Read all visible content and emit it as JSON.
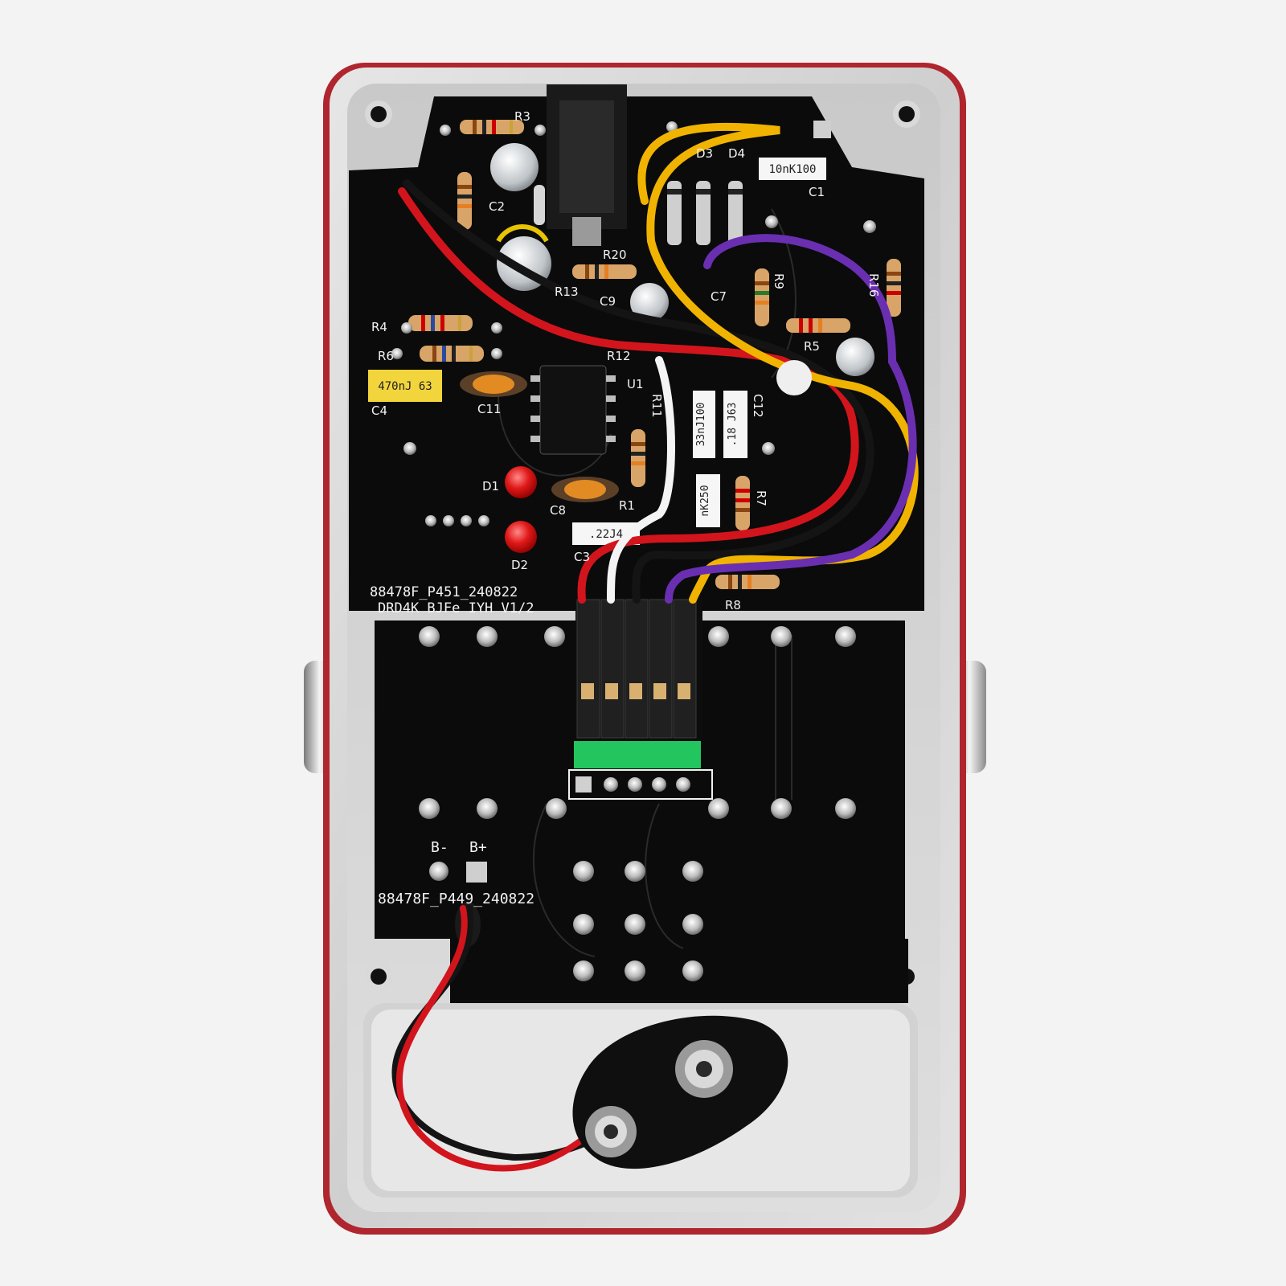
{
  "photo": {
    "subject": "",
    "colors": {
      "background": "#f3f3f4",
      "enclosure": "#d8d8d8",
      "enclosure_edge": "#b0262e",
      "pcb": "#0b0b0c",
      "silkscreen": "#f2f2f2",
      "header": "#22c55e"
    }
  },
  "upper_board": {
    "id_line": "88478F_P451_240822",
    "name_line": "DRD4K BJFe IYH V1/2",
    "refs": {
      "r3": "R3",
      "r20": "R20",
      "r13": "R13",
      "r12": "R12",
      "r11": "R11",
      "r1": "R1",
      "r4": "R4",
      "r6": "R6",
      "r9": "R9",
      "r16": "R16",
      "r5": "R5",
      "r7": "R7",
      "r8": "R8",
      "c1": "C1",
      "c2": "C2",
      "c3": "C3",
      "c4": "C4",
      "c7": "C7",
      "c8": "C8",
      "c9": "C9",
      "c11": "C11",
      "c12": "C12",
      "d1": "D1",
      "d2": "D2",
      "d3": "D3",
      "d4": "D4",
      "u1": "U1"
    },
    "component_markings": {
      "cap_top_right": "10nK100",
      "cap_c4": "470nJ 63",
      "cap_mid_left": "33nJ100",
      "cap_mid_right": ".18 J63",
      "cap_lower": "nK250",
      "cap_c3": ".22J4"
    }
  },
  "lower_board": {
    "id_line": "88478F_P449_240822",
    "b_minus": "B-",
    "b_plus": "B+"
  }
}
